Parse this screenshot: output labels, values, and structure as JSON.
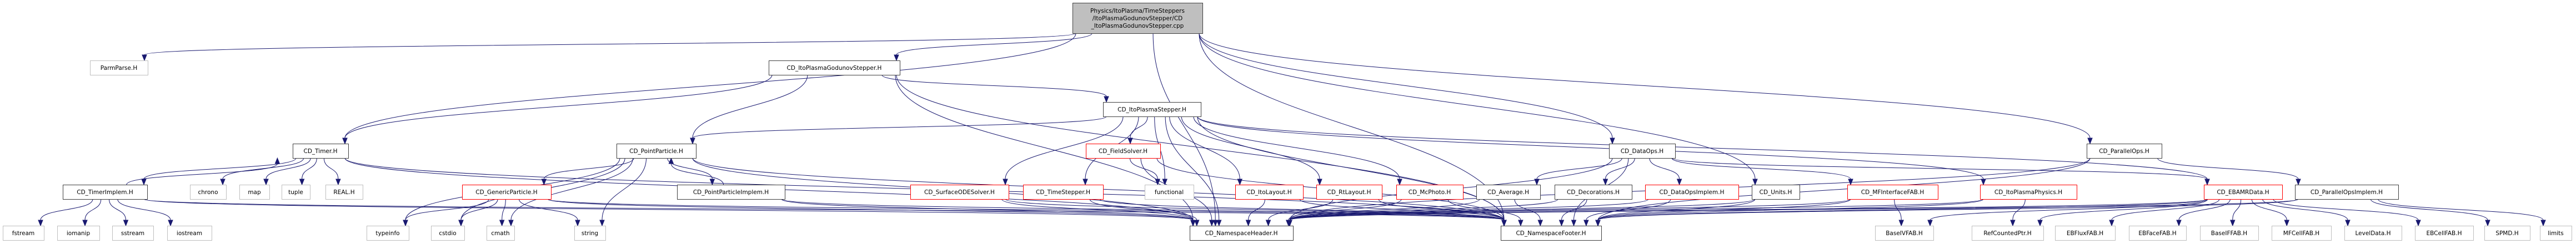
{
  "diagram": {
    "type": "include-dependency-graph",
    "colors": {
      "edge": "#191970",
      "root_fill": "#bfbfbf",
      "local_border": "#404040",
      "undocumented_border": "#ff0000",
      "system_border": "#bfbfbf"
    },
    "nodes": [
      {
        "id": "root",
        "kind": "root",
        "label": [
          "Physics/ItoPlasma/TimeSteppers",
          "/ItoPlasmaGodunovStepper/CD",
          "_ItoPlasmaGodunovStepper.cpp"
        ]
      },
      {
        "id": "ParmParse.H",
        "kind": "sys",
        "label": [
          "ParmParse.H"
        ]
      },
      {
        "id": "CD_ItoPlasmaGodunovStepper.H",
        "kind": "local",
        "label": [
          "CD_ItoPlasmaGodunovStepper.H"
        ]
      },
      {
        "id": "CD_ItoPlasmaStepper.H",
        "kind": "local",
        "label": [
          "CD_ItoPlasmaStepper.H"
        ]
      },
      {
        "id": "CD_Timer.H",
        "kind": "local",
        "label": [
          "CD_Timer.H"
        ]
      },
      {
        "id": "CD_PointParticle.H",
        "kind": "local",
        "label": [
          "CD_PointParticle.H"
        ]
      },
      {
        "id": "CD_FieldSolver.H",
        "kind": "red",
        "label": [
          "CD_FieldSolver.H"
        ]
      },
      {
        "id": "CD_DataOps.H",
        "kind": "local",
        "label": [
          "CD_DataOps.H"
        ]
      },
      {
        "id": "CD_ParallelOps.H",
        "kind": "local",
        "label": [
          "CD_ParallelOps.H"
        ]
      },
      {
        "id": "CD_TimerImplem.H",
        "kind": "local",
        "label": [
          "CD_TimerImplem.H"
        ]
      },
      {
        "id": "chrono",
        "kind": "sys",
        "label": [
          "chrono"
        ]
      },
      {
        "id": "map",
        "kind": "sys",
        "label": [
          "map"
        ]
      },
      {
        "id": "tuple",
        "kind": "sys",
        "label": [
          "tuple"
        ]
      },
      {
        "id": "REAL.H",
        "kind": "sys",
        "label": [
          "REAL.H"
        ]
      },
      {
        "id": "CD_GenericParticle.H",
        "kind": "red",
        "label": [
          "CD_GenericParticle.H"
        ]
      },
      {
        "id": "CD_PointParticleImplem.H",
        "kind": "local",
        "label": [
          "CD_PointParticleImplem.H"
        ]
      },
      {
        "id": "CD_SurfaceODESolver.H",
        "kind": "red",
        "label": [
          "CD_SurfaceODESolver.H"
        ]
      },
      {
        "id": "CD_TimeStepper.H",
        "kind": "red",
        "label": [
          "CD_TimeStepper.H"
        ]
      },
      {
        "id": "functional",
        "kind": "sys",
        "label": [
          "functional"
        ]
      },
      {
        "id": "CD_ItoLayout.H",
        "kind": "red",
        "label": [
          "CD_ItoLayout.H"
        ]
      },
      {
        "id": "CD_RtLayout.H",
        "kind": "red",
        "label": [
          "CD_RtLayout.H"
        ]
      },
      {
        "id": "CD_McPhoto.H",
        "kind": "red",
        "label": [
          "CD_McPhoto.H"
        ]
      },
      {
        "id": "CD_Average.H",
        "kind": "local",
        "label": [
          "CD_Average.H"
        ]
      },
      {
        "id": "CD_Decorations.H",
        "kind": "local",
        "label": [
          "CD_Decorations.H"
        ]
      },
      {
        "id": "CD_DataOpsImplem.H",
        "kind": "red",
        "label": [
          "CD_DataOpsImplem.H"
        ]
      },
      {
        "id": "CD_Units.H",
        "kind": "local",
        "label": [
          "CD_Units.H"
        ]
      },
      {
        "id": "CD_MFInterfaceFAB.H",
        "kind": "red",
        "label": [
          "CD_MFInterfaceFAB.H"
        ]
      },
      {
        "id": "CD_ItoPlasmaPhysics.H",
        "kind": "red",
        "label": [
          "CD_ItoPlasmaPhysics.H"
        ]
      },
      {
        "id": "CD_EBAMRData.H",
        "kind": "red",
        "label": [
          "CD_EBAMRData.H"
        ]
      },
      {
        "id": "CD_ParallelOpsImplem.H",
        "kind": "local",
        "label": [
          "CD_ParallelOpsImplem.H"
        ]
      },
      {
        "id": "fstream",
        "kind": "sys",
        "label": [
          "fstream"
        ]
      },
      {
        "id": "iomanip",
        "kind": "sys",
        "label": [
          "iomanip"
        ]
      },
      {
        "id": "sstream",
        "kind": "sys",
        "label": [
          "sstream"
        ]
      },
      {
        "id": "iostream",
        "kind": "sys",
        "label": [
          "iostream"
        ]
      },
      {
        "id": "typeinfo",
        "kind": "sys",
        "label": [
          "typeinfo"
        ]
      },
      {
        "id": "cstdio",
        "kind": "sys",
        "label": [
          "cstdio"
        ]
      },
      {
        "id": "cmath",
        "kind": "sys",
        "label": [
          "cmath"
        ]
      },
      {
        "id": "string",
        "kind": "sys",
        "label": [
          "string"
        ]
      },
      {
        "id": "CD_NamespaceHeader.H",
        "kind": "local",
        "label": [
          "CD_NamespaceHeader.H"
        ]
      },
      {
        "id": "CD_NamespaceFooter.H",
        "kind": "local",
        "label": [
          "CD_NamespaceFooter.H"
        ]
      },
      {
        "id": "BaseIVFAB.H",
        "kind": "sys",
        "label": [
          "BaseIVFAB.H"
        ]
      },
      {
        "id": "RefCountedPtr.H",
        "kind": "sys",
        "label": [
          "RefCountedPtr.H"
        ]
      },
      {
        "id": "EBFluxFAB.H",
        "kind": "sys",
        "label": [
          "EBFluxFAB.H"
        ]
      },
      {
        "id": "EBFaceFAB.H",
        "kind": "sys",
        "label": [
          "EBFaceFAB.H"
        ]
      },
      {
        "id": "BaseIFFAB.H",
        "kind": "sys",
        "label": [
          "BaseIFFAB.H"
        ]
      },
      {
        "id": "MFCellFAB.H",
        "kind": "sys",
        "label": [
          "MFCellFAB.H"
        ]
      },
      {
        "id": "LevelData.H",
        "kind": "sys",
        "label": [
          "LevelData.H"
        ]
      },
      {
        "id": "EBCellFAB.H",
        "kind": "sys",
        "label": [
          "EBCellFAB.H"
        ]
      },
      {
        "id": "SPMD.H",
        "kind": "sys",
        "label": [
          "SPMD.H"
        ]
      },
      {
        "id": "limits",
        "kind": "sys",
        "label": [
          "limits"
        ]
      }
    ],
    "edges": [
      [
        "root",
        "ParmParse.H"
      ],
      [
        "root",
        "CD_ItoPlasmaGodunovStepper.H"
      ],
      [
        "root",
        "CD_Timer.H"
      ],
      [
        "root",
        "CD_DataOps.H"
      ],
      [
        "root",
        "CD_ParallelOps.H"
      ],
      [
        "root",
        "CD_Units.H"
      ],
      [
        "root",
        "CD_NamespaceHeader.H"
      ],
      [
        "root",
        "CD_NamespaceFooter.H"
      ],
      [
        "CD_ItoPlasmaGodunovStepper.H",
        "CD_ItoPlasmaStepper.H"
      ],
      [
        "CD_ItoPlasmaGodunovStepper.H",
        "CD_Timer.H"
      ],
      [
        "CD_ItoPlasmaGodunovStepper.H",
        "CD_PointParticle.H"
      ],
      [
        "CD_ItoPlasmaGodunovStepper.H",
        "CD_NamespaceHeader.H"
      ],
      [
        "CD_ItoPlasmaGodunovStepper.H",
        "CD_NamespaceFooter.H"
      ],
      [
        "CD_ItoPlasmaStepper.H",
        "CD_PointParticle.H"
      ],
      [
        "CD_ItoPlasmaStepper.H",
        "CD_FieldSolver.H"
      ],
      [
        "CD_ItoPlasmaStepper.H",
        "CD_SurfaceODESolver.H"
      ],
      [
        "CD_ItoPlasmaStepper.H",
        "CD_TimeStepper.H"
      ],
      [
        "CD_ItoPlasmaStepper.H",
        "functional"
      ],
      [
        "CD_ItoPlasmaStepper.H",
        "CD_ItoLayout.H"
      ],
      [
        "CD_ItoPlasmaStepper.H",
        "CD_RtLayout.H"
      ],
      [
        "CD_ItoPlasmaStepper.H",
        "CD_McPhoto.H"
      ],
      [
        "CD_ItoPlasmaStepper.H",
        "CD_ItoPlasmaPhysics.H"
      ],
      [
        "CD_ItoPlasmaStepper.H",
        "CD_EBAMRData.H"
      ],
      [
        "CD_ItoPlasmaStepper.H",
        "CD_NamespaceHeader.H"
      ],
      [
        "CD_ItoPlasmaStepper.H",
        "CD_NamespaceFooter.H"
      ],
      [
        "CD_Timer.H",
        "CD_TimerImplem.H"
      ],
      [
        "CD_Timer.H",
        "chrono"
      ],
      [
        "CD_Timer.H",
        "map"
      ],
      [
        "CD_Timer.H",
        "tuple"
      ],
      [
        "CD_Timer.H",
        "REAL.H"
      ],
      [
        "CD_Timer.H",
        "CD_NamespaceHeader.H"
      ],
      [
        "CD_Timer.H",
        "CD_NamespaceFooter.H"
      ],
      [
        "CD_TimerImplem.H",
        "CD_Timer.H"
      ],
      [
        "CD_TimerImplem.H",
        "fstream"
      ],
      [
        "CD_TimerImplem.H",
        "iomanip"
      ],
      [
        "CD_TimerImplem.H",
        "sstream"
      ],
      [
        "CD_TimerImplem.H",
        "iostream"
      ],
      [
        "CD_TimerImplem.H",
        "CD_NamespaceHeader.H"
      ],
      [
        "CD_TimerImplem.H",
        "CD_NamespaceFooter.H"
      ],
      [
        "CD_PointParticle.H",
        "CD_GenericParticle.H"
      ],
      [
        "CD_PointParticle.H",
        "CD_PointParticleImplem.H"
      ],
      [
        "CD_PointParticle.H",
        "typeinfo"
      ],
      [
        "CD_PointParticle.H",
        "cstdio"
      ],
      [
        "CD_PointParticle.H",
        "cmath"
      ],
      [
        "CD_PointParticle.H",
        "string"
      ],
      [
        "CD_PointParticle.H",
        "CD_NamespaceHeader.H"
      ],
      [
        "CD_PointParticle.H",
        "CD_NamespaceFooter.H"
      ],
      [
        "CD_PointParticleImplem.H",
        "CD_PointParticle.H"
      ],
      [
        "CD_PointParticleImplem.H",
        "CD_NamespaceHeader.H"
      ],
      [
        "CD_PointParticleImplem.H",
        "CD_NamespaceFooter.H"
      ],
      [
        "CD_GenericParticle.H",
        "typeinfo"
      ],
      [
        "CD_GenericParticle.H",
        "cstdio"
      ],
      [
        "CD_GenericParticle.H",
        "cmath"
      ],
      [
        "CD_GenericParticle.H",
        "string"
      ],
      [
        "CD_GenericParticle.H",
        "CD_NamespaceHeader.H"
      ],
      [
        "CD_GenericParticle.H",
        "CD_NamespaceFooter.H"
      ],
      [
        "CD_FieldSolver.H",
        "functional"
      ],
      [
        "CD_FieldSolver.H",
        "CD_NamespaceHeader.H"
      ],
      [
        "CD_FieldSolver.H",
        "CD_NamespaceFooter.H"
      ],
      [
        "CD_SurfaceODESolver.H",
        "CD_NamespaceHeader.H"
      ],
      [
        "CD_SurfaceODESolver.H",
        "CD_NamespaceFooter.H"
      ],
      [
        "CD_TimeStepper.H",
        "CD_NamespaceHeader.H"
      ],
      [
        "CD_TimeStepper.H",
        "CD_NamespaceFooter.H"
      ],
      [
        "CD_ItoLayout.H",
        "CD_NamespaceHeader.H"
      ],
      [
        "CD_ItoLayout.H",
        "CD_NamespaceFooter.H"
      ],
      [
        "CD_RtLayout.H",
        "CD_NamespaceHeader.H"
      ],
      [
        "CD_RtLayout.H",
        "CD_NamespaceFooter.H"
      ],
      [
        "CD_McPhoto.H",
        "CD_NamespaceHeader.H"
      ],
      [
        "CD_McPhoto.H",
        "CD_NamespaceFooter.H"
      ],
      [
        "CD_DataOps.H",
        "CD_Average.H"
      ],
      [
        "CD_DataOps.H",
        "CD_Decorations.H"
      ],
      [
        "CD_DataOps.H",
        "CD_DataOpsImplem.H"
      ],
      [
        "CD_DataOps.H",
        "CD_MFInterfaceFAB.H"
      ],
      [
        "CD_DataOps.H",
        "CD_EBAMRData.H"
      ],
      [
        "CD_DataOps.H",
        "CD_NamespaceHeader.H"
      ],
      [
        "CD_DataOps.H",
        "CD_NamespaceFooter.H"
      ],
      [
        "CD_Average.H",
        "CD_NamespaceHeader.H"
      ],
      [
        "CD_Average.H",
        "CD_NamespaceFooter.H"
      ],
      [
        "CD_Decorations.H",
        "CD_NamespaceHeader.H"
      ],
      [
        "CD_Decorations.H",
        "CD_NamespaceFooter.H"
      ],
      [
        "CD_DataOpsImplem.H",
        "CD_NamespaceHeader.H"
      ],
      [
        "CD_DataOpsImplem.H",
        "CD_NamespaceFooter.H"
      ],
      [
        "CD_Units.H",
        "CD_NamespaceHeader.H"
      ],
      [
        "CD_Units.H",
        "CD_NamespaceFooter.H"
      ],
      [
        "CD_MFInterfaceFAB.H",
        "BaseIVFAB.H"
      ],
      [
        "CD_MFInterfaceFAB.H",
        "CD_NamespaceHeader.H"
      ],
      [
        "CD_MFInterfaceFAB.H",
        "CD_NamespaceFooter.H"
      ],
      [
        "CD_ItoPlasmaPhysics.H",
        "RefCountedPtr.H"
      ],
      [
        "CD_ItoPlasmaPhysics.H",
        "CD_NamespaceHeader.H"
      ],
      [
        "CD_ItoPlasmaPhysics.H",
        "CD_NamespaceFooter.H"
      ],
      [
        "CD_EBAMRData.H",
        "BaseIVFAB.H"
      ],
      [
        "CD_EBAMRData.H",
        "RefCountedPtr.H"
      ],
      [
        "CD_EBAMRData.H",
        "EBFluxFAB.H"
      ],
      [
        "CD_EBAMRData.H",
        "EBFaceFAB.H"
      ],
      [
        "CD_EBAMRData.H",
        "BaseIFFAB.H"
      ],
      [
        "CD_EBAMRData.H",
        "MFCellFAB.H"
      ],
      [
        "CD_EBAMRData.H",
        "LevelData.H"
      ],
      [
        "CD_EBAMRData.H",
        "EBCellFAB.H"
      ],
      [
        "CD_EBAMRData.H",
        "CD_NamespaceHeader.H"
      ],
      [
        "CD_EBAMRData.H",
        "CD_NamespaceFooter.H"
      ],
      [
        "CD_ParallelOps.H",
        "CD_ParallelOpsImplem.H"
      ],
      [
        "CD_ParallelOps.H",
        "CD_NamespaceHeader.H"
      ],
      [
        "CD_ParallelOps.H",
        "CD_NamespaceFooter.H"
      ],
      [
        "CD_ParallelOpsImplem.H",
        "SPMD.H"
      ],
      [
        "CD_ParallelOpsImplem.H",
        "limits"
      ],
      [
        "CD_ParallelOpsImplem.H",
        "CD_NamespaceHeader.H"
      ],
      [
        "CD_ParallelOpsImplem.H",
        "CD_NamespaceFooter.H"
      ]
    ]
  }
}
